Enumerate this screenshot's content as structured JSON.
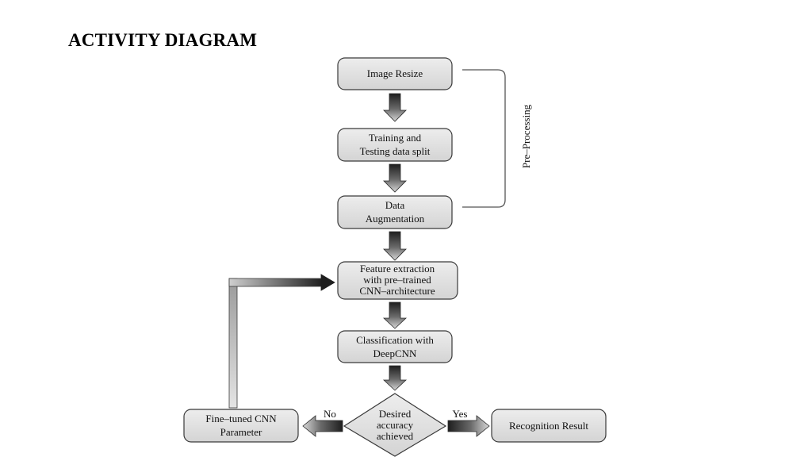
{
  "title": "ACTIVITY DIAGRAM",
  "nodes": {
    "image_resize": "Image Resize",
    "data_split": [
      "Training and",
      "Testing data split"
    ],
    "augmentation": [
      "Data",
      "Augmentation"
    ],
    "feature_extraction": [
      "Feature extraction",
      "with pre–trained",
      "CNN–architecture"
    ],
    "classification": [
      "Classification with",
      "DeepCNN"
    ],
    "decision": [
      "Desired",
      "accuracy",
      "achieved"
    ],
    "fine_tuned": [
      "Fine–tuned CNN",
      "Parameter"
    ],
    "result": "Recognition Result"
  },
  "edges": {
    "no_label": "No",
    "yes_label": "Yes"
  },
  "group_label": "Pre–Processing",
  "colors": {
    "box_fill_top": "#ededed",
    "box_fill_bottom": "#d4d4d4",
    "border": "#3a3a3a",
    "arrow_dark": "#1e1e1e",
    "arrow_light": "#d8d8d8"
  }
}
